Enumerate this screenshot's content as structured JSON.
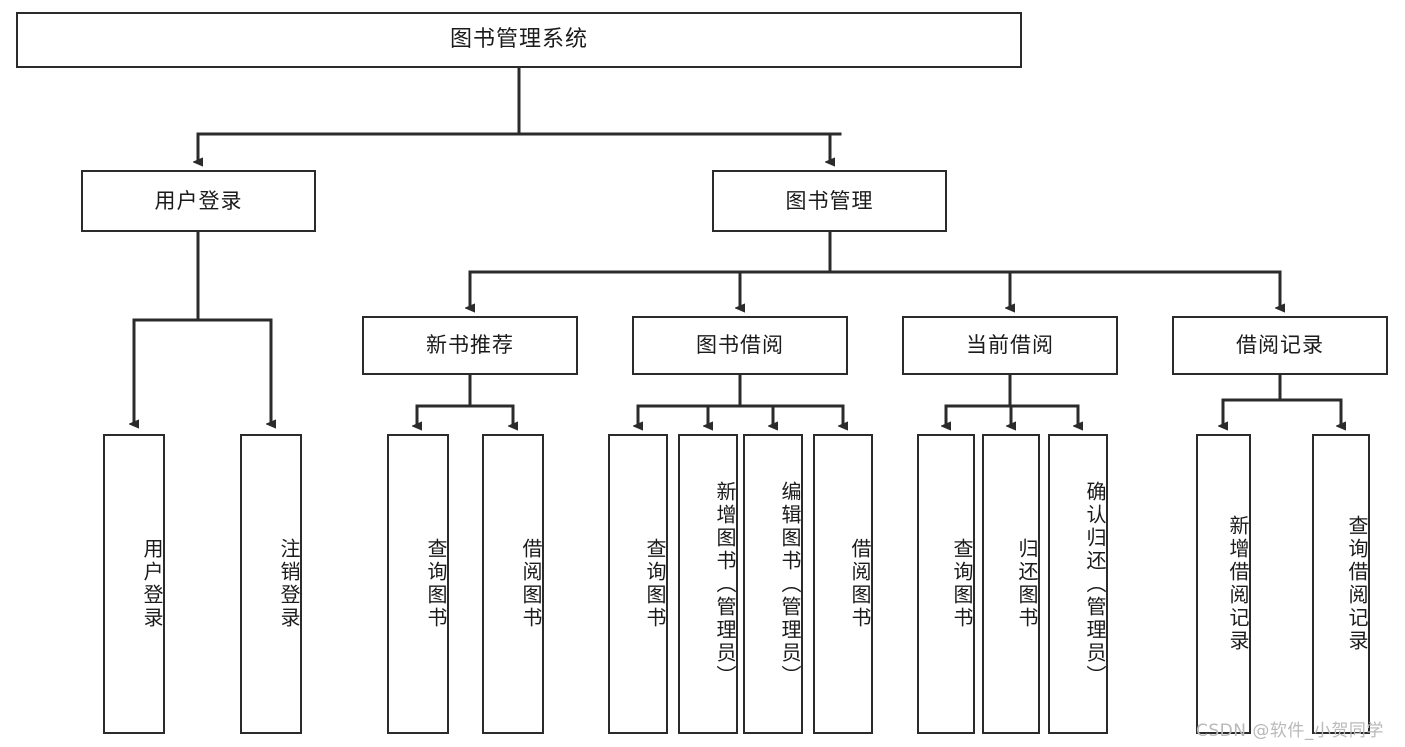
{
  "diagram": {
    "title": "图书管理系统",
    "type": "hierarchy-tree",
    "watermark": "CSDN @软件_小贺同学",
    "colors": {
      "stroke": "#2b2b2b",
      "fill": "#ffffff",
      "text": "#1b1b1b",
      "watermark": "#b9b9b9"
    },
    "levels": {
      "root": "图书管理系统",
      "level2": [
        "用户登录",
        "图书管理"
      ],
      "level3": [
        "新书推荐",
        "图书借阅",
        "当前借阅",
        "借阅记录"
      ]
    },
    "nodes": {
      "root": {
        "label": "图书管理系统"
      },
      "user_login": {
        "label": "用户登录"
      },
      "book_manage": {
        "label": "图书管理"
      },
      "new_book_rec": {
        "label": "新书推荐"
      },
      "book_borrow": {
        "label": "图书借阅"
      },
      "current_borrow": {
        "label": "当前借阅"
      },
      "borrow_record": {
        "label": "借阅记录"
      },
      "leaf_user_login": {
        "label": "用户登录"
      },
      "leaf_logout": {
        "label": "注销登录"
      },
      "leaf_query_book_1": {
        "label": "查询图书"
      },
      "leaf_borrow_book_1": {
        "label": "借阅图书"
      },
      "leaf_query_book_2": {
        "label": "查询图书"
      },
      "leaf_add_book_admin": {
        "label": "新增图书（管理员）"
      },
      "leaf_edit_book_admin": {
        "label": "编辑图书（管理员）"
      },
      "leaf_borrow_book_2": {
        "label": "借阅图书"
      },
      "leaf_query_book_3": {
        "label": "查询图书"
      },
      "leaf_return_book": {
        "label": "归还图书"
      },
      "leaf_confirm_return_admin": {
        "label": "确认归还（管理员）"
      },
      "leaf_add_borrow_record": {
        "label": "新增借阅记录"
      },
      "leaf_query_borrow_record": {
        "label": "查询借阅记录"
      }
    },
    "edges": [
      {
        "from": "root",
        "to": "user_login"
      },
      {
        "from": "root",
        "to": "book_manage"
      },
      {
        "from": "user_login",
        "to": "leaf_user_login"
      },
      {
        "from": "user_login",
        "to": "leaf_logout"
      },
      {
        "from": "book_manage",
        "to": "new_book_rec"
      },
      {
        "from": "book_manage",
        "to": "book_borrow"
      },
      {
        "from": "book_manage",
        "to": "current_borrow"
      },
      {
        "from": "book_manage",
        "to": "borrow_record"
      },
      {
        "from": "new_book_rec",
        "to": "leaf_query_book_1"
      },
      {
        "from": "new_book_rec",
        "to": "leaf_borrow_book_1"
      },
      {
        "from": "book_borrow",
        "to": "leaf_query_book_2"
      },
      {
        "from": "book_borrow",
        "to": "leaf_add_book_admin"
      },
      {
        "from": "book_borrow",
        "to": "leaf_edit_book_admin"
      },
      {
        "from": "book_borrow",
        "to": "leaf_borrow_book_2"
      },
      {
        "from": "current_borrow",
        "to": "leaf_query_book_3"
      },
      {
        "from": "current_borrow",
        "to": "leaf_return_book"
      },
      {
        "from": "current_borrow",
        "to": "leaf_confirm_return_admin"
      },
      {
        "from": "borrow_record",
        "to": "leaf_add_borrow_record"
      },
      {
        "from": "borrow_record",
        "to": "leaf_query_borrow_record"
      }
    ]
  }
}
